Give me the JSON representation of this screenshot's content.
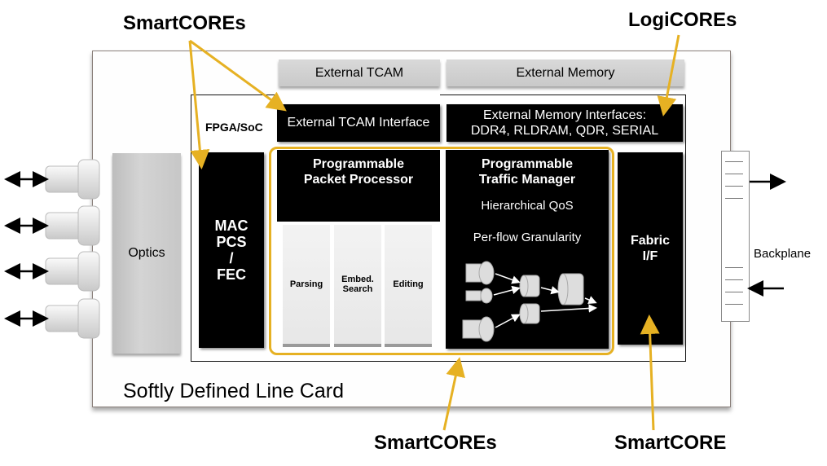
{
  "diagram": {
    "title": "Softly Defined Line Card",
    "callouts": {
      "top_left": "SmartCOREs",
      "top_right": "LogiCOREs",
      "bottom_middle": "SmartCOREs",
      "bottom_right": "SmartCORE"
    },
    "external": {
      "tcam": "External TCAM",
      "memory": "External Memory"
    },
    "fpga_label": "FPGA/SoC",
    "tcam_interface": "External TCAM Interface",
    "memory_interfaces": {
      "line1": "External Memory Interfaces:",
      "line2": "DDR4, RLDRAM, QDR, SERIAL"
    },
    "optics": "Optics",
    "mac_block": [
      "MAC",
      "PCS",
      "/",
      "FEC"
    ],
    "packet_processor": {
      "title_line1": "Programmable",
      "title_line2": "Packet Processor",
      "stages": [
        {
          "line1": "Parsing",
          "line2": ""
        },
        {
          "line1": "Embed.",
          "line2": "Search"
        },
        {
          "line1": "Editing",
          "line2": ""
        }
      ]
    },
    "traffic_manager": {
      "title_line1": "Programmable",
      "title_line2": "Traffic Manager",
      "feature1": "Hierarchical QoS",
      "feature2": "Per-flow Granularity"
    },
    "fabric_block": [
      "Fabric",
      "I/F"
    ],
    "backplane": "Backplane",
    "colors": {
      "callout_arrow": "#e6b123",
      "block_dark": "#000000",
      "block_light": "#d0d0d0"
    }
  }
}
